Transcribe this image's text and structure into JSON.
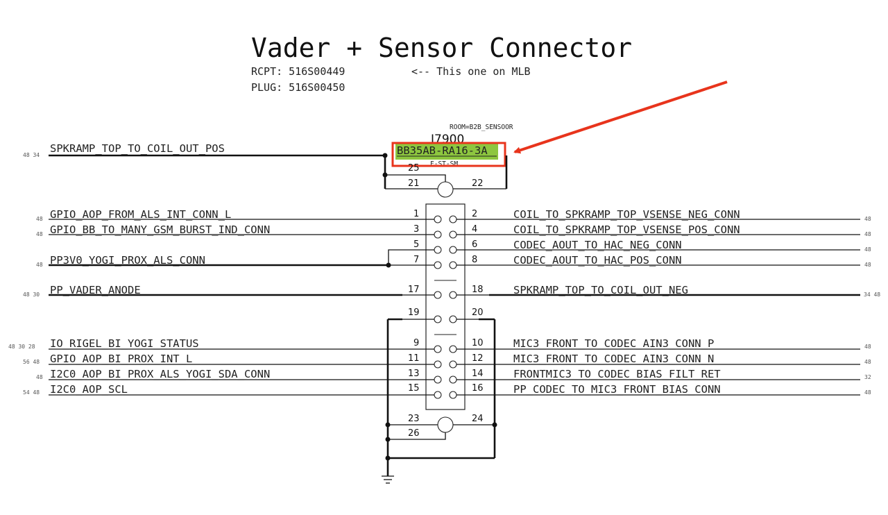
{
  "header": {
    "title": "Vader + Sensor Connector",
    "rcpt": "RCPT: 516S00449",
    "note": "<-- This one on MLB",
    "plug": "PLUG: 516S00450"
  },
  "connector": {
    "room": "ROOM=B2B_SENSOOR",
    "refdes": "J7900",
    "part": "BB35AB-RA16-3A",
    "variant": "F-ST-SM",
    "highlight_color": "#8dc63f",
    "callout_color": "#e8341c"
  },
  "pins": {
    "p1": "1",
    "p2": "2",
    "p3": "3",
    "p4": "4",
    "p5": "5",
    "p6": "6",
    "p7": "7",
    "p8": "8",
    "p9": "9",
    "p10": "10",
    "p11": "11",
    "p12": "12",
    "p13": "13",
    "p14": "14",
    "p15": "15",
    "p16": "16",
    "p17": "17",
    "p18": "18",
    "p19": "19",
    "p20": "20",
    "p21": "21",
    "p22": "22",
    "p23": "23",
    "p24": "24",
    "p25": "25",
    "p26": "26"
  },
  "left_nets": [
    {
      "name": "SPKRAMP_TOP_TO_COIL_OUT_POS",
      "pages": "48 34"
    },
    {
      "name": "GPIO_AOP_FROM_ALS_INT_CONN_L",
      "pages": "48"
    },
    {
      "name": "GPIO_BB_TO_MANY_GSM_BURST_IND_CONN",
      "pages": "48"
    },
    {
      "name": "PP3V0_YOGI_PROX_ALS_CONN",
      "pages": "48"
    },
    {
      "name": "PP_VADER_ANODE",
      "pages": "48 30"
    },
    {
      "name": "IO_RIGEL_BI_YOGI_STATUS",
      "pages": "48 30 28"
    },
    {
      "name": "GPIO_AOP_BI_PROX_INT_L",
      "pages": "56 48"
    },
    {
      "name": "I2C0_AOP_BI_PROX_ALS_YOGI_SDA_CONN",
      "pages": "48"
    },
    {
      "name": "I2C0_AOP_SCL",
      "pages": "54 48"
    }
  ],
  "right_nets": [
    {
      "name": "COIL_TO_SPKRAMP_TOP_VSENSE_NEG_CONN",
      "pages": "48"
    },
    {
      "name": "COIL_TO_SPKRAMP_TOP_VSENSE_POS_CONN",
      "pages": "48"
    },
    {
      "name": "CODEC_AOUT_TO_HAC_NEG_CONN",
      "pages": "48"
    },
    {
      "name": "CODEC_AOUT_TO_HAC_POS_CONN",
      "pages": "48"
    },
    {
      "name": "SPKRAMP_TOP_TO_COIL_OUT_NEG",
      "pages": "34 48"
    },
    {
      "name": "MIC3_FRONT_TO_CODEC_AIN3_CONN_P",
      "pages": "48"
    },
    {
      "name": "MIC3_FRONT_TO_CODEC_AIN3_CONN_N",
      "pages": "48"
    },
    {
      "name": "FRONTMIC3_TO_CODEC_BIAS_FILT_RET",
      "pages": "32"
    },
    {
      "name": "PP_CODEC_TO_MIC3_FRONT_BIAS_CONN",
      "pages": "48"
    }
  ]
}
